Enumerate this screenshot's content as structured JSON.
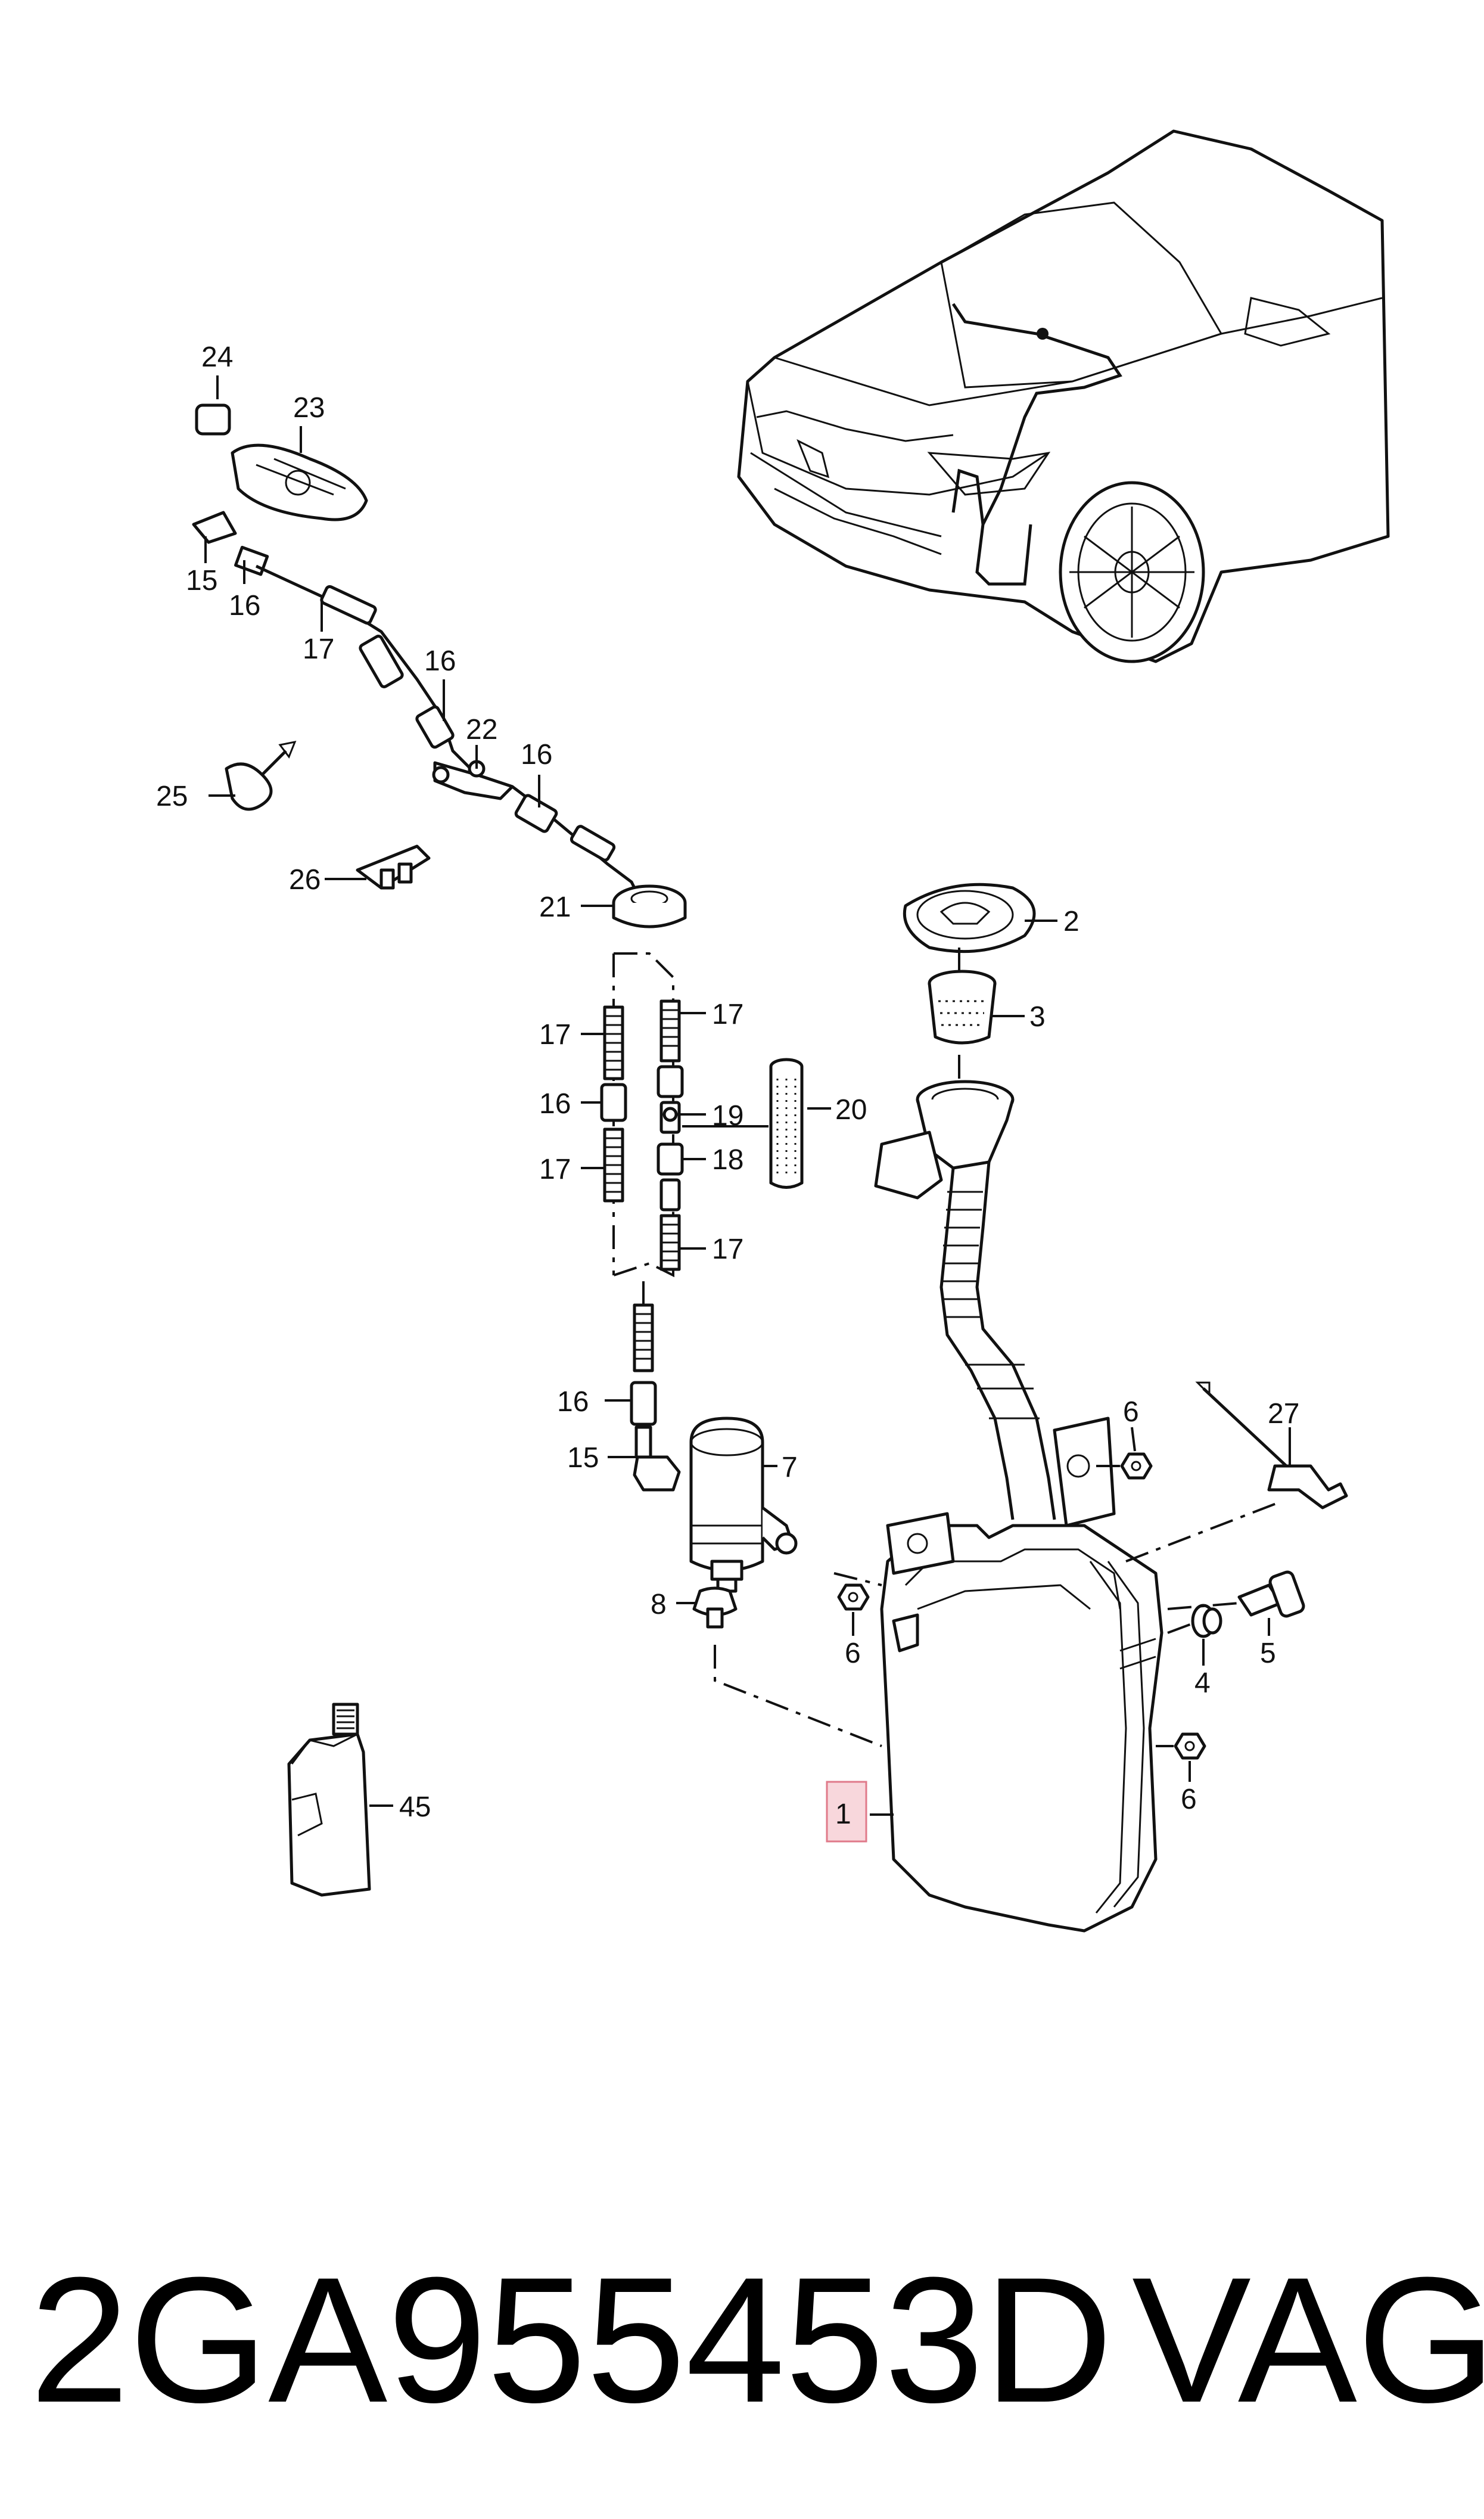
{
  "callouts": [
    {
      "id": "1",
      "text": "1",
      "highlighted": true
    },
    {
      "id": "2",
      "text": "2"
    },
    {
      "id": "3",
      "text": "3"
    },
    {
      "id": "4",
      "text": "4"
    },
    {
      "id": "5",
      "text": "5"
    },
    {
      "id": "6a",
      "text": "6"
    },
    {
      "id": "6b",
      "text": "6"
    },
    {
      "id": "6c",
      "text": "6"
    },
    {
      "id": "7",
      "text": "7"
    },
    {
      "id": "8",
      "text": "8"
    },
    {
      "id": "15a",
      "text": "15"
    },
    {
      "id": "15b",
      "text": "15"
    },
    {
      "id": "16a",
      "text": "16"
    },
    {
      "id": "16b",
      "text": "16"
    },
    {
      "id": "16c",
      "text": "16"
    },
    {
      "id": "16d",
      "text": "16"
    },
    {
      "id": "16e",
      "text": "16"
    },
    {
      "id": "17a",
      "text": "17"
    },
    {
      "id": "17b",
      "text": "17"
    },
    {
      "id": "17c",
      "text": "17"
    },
    {
      "id": "17d",
      "text": "17"
    },
    {
      "id": "17e",
      "text": "17"
    },
    {
      "id": "18",
      "text": "18"
    },
    {
      "id": "19",
      "text": "19"
    },
    {
      "id": "20",
      "text": "20"
    },
    {
      "id": "21",
      "text": "21"
    },
    {
      "id": "22",
      "text": "22"
    },
    {
      "id": "23",
      "text": "23"
    },
    {
      "id": "24",
      "text": "24"
    },
    {
      "id": "25",
      "text": "25"
    },
    {
      "id": "26",
      "text": "26"
    },
    {
      "id": "27",
      "text": "27"
    },
    {
      "id": "45",
      "text": "45"
    }
  ],
  "footer": {
    "part_number": "2GA955453D",
    "brand": "VAG"
  },
  "colors": {
    "line": "#111111",
    "highlight_fill": "#f8d7dc",
    "highlight_stroke": "#e07a8a"
  }
}
